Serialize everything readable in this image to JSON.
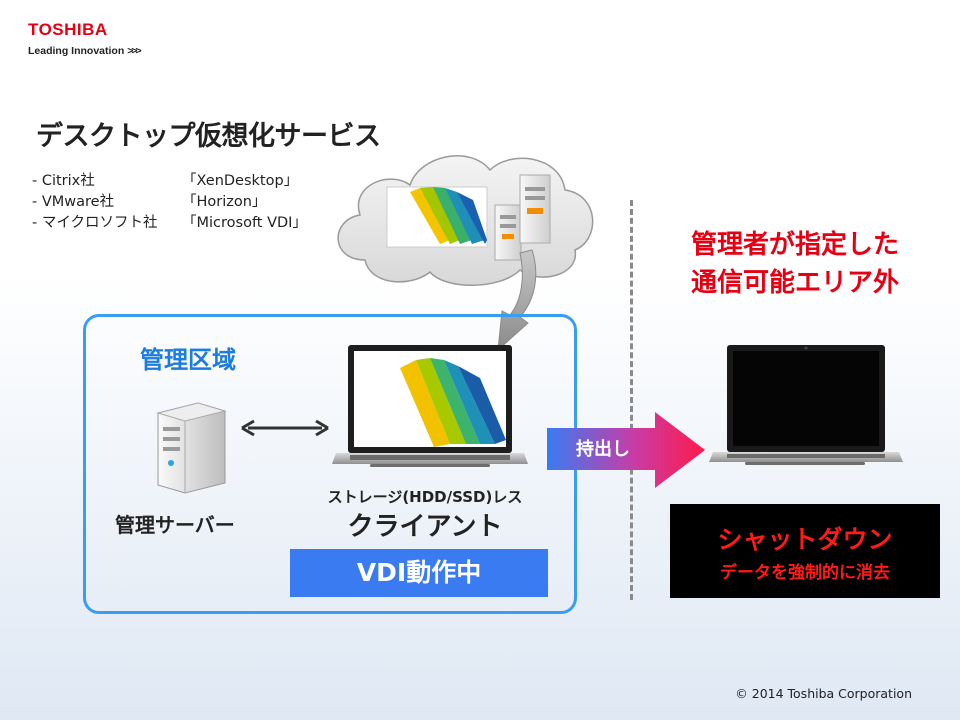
{
  "brand": {
    "name": "TOSHIBA",
    "tagline": "Leading Innovation",
    "tagline_suffix": ">>>"
  },
  "title": "デスクトップ仮想化サービス",
  "vendors": [
    {
      "company": "- Citrix社",
      "product": "「XenDesktop」"
    },
    {
      "company": "- VMware社",
      "product": "「Horizon」"
    },
    {
      "company": "- マイクロソフト社",
      "product": "「Microsoft VDI」"
    }
  ],
  "management_area": {
    "label": "管理区域",
    "server_label": "管理サーバー",
    "client_sublabel": "ストレージ(HDD/SSD)レス",
    "client_label": "クライアント",
    "status": "VDI動作中"
  },
  "carry_out_label": "持出し",
  "outside_area": {
    "title_line1": "管理者が指定した",
    "title_line2": "通信可能エリア外",
    "shutdown": "シャットダウン",
    "erase": "データを強制的に消去"
  },
  "copyright": "© 2014 Toshiba Corporation",
  "colors": {
    "brand_red": "#e60012",
    "accent_blue": "#3a7bf2",
    "box_border_blue": "#3b9df2",
    "warning_red": "#ff1a1a"
  }
}
